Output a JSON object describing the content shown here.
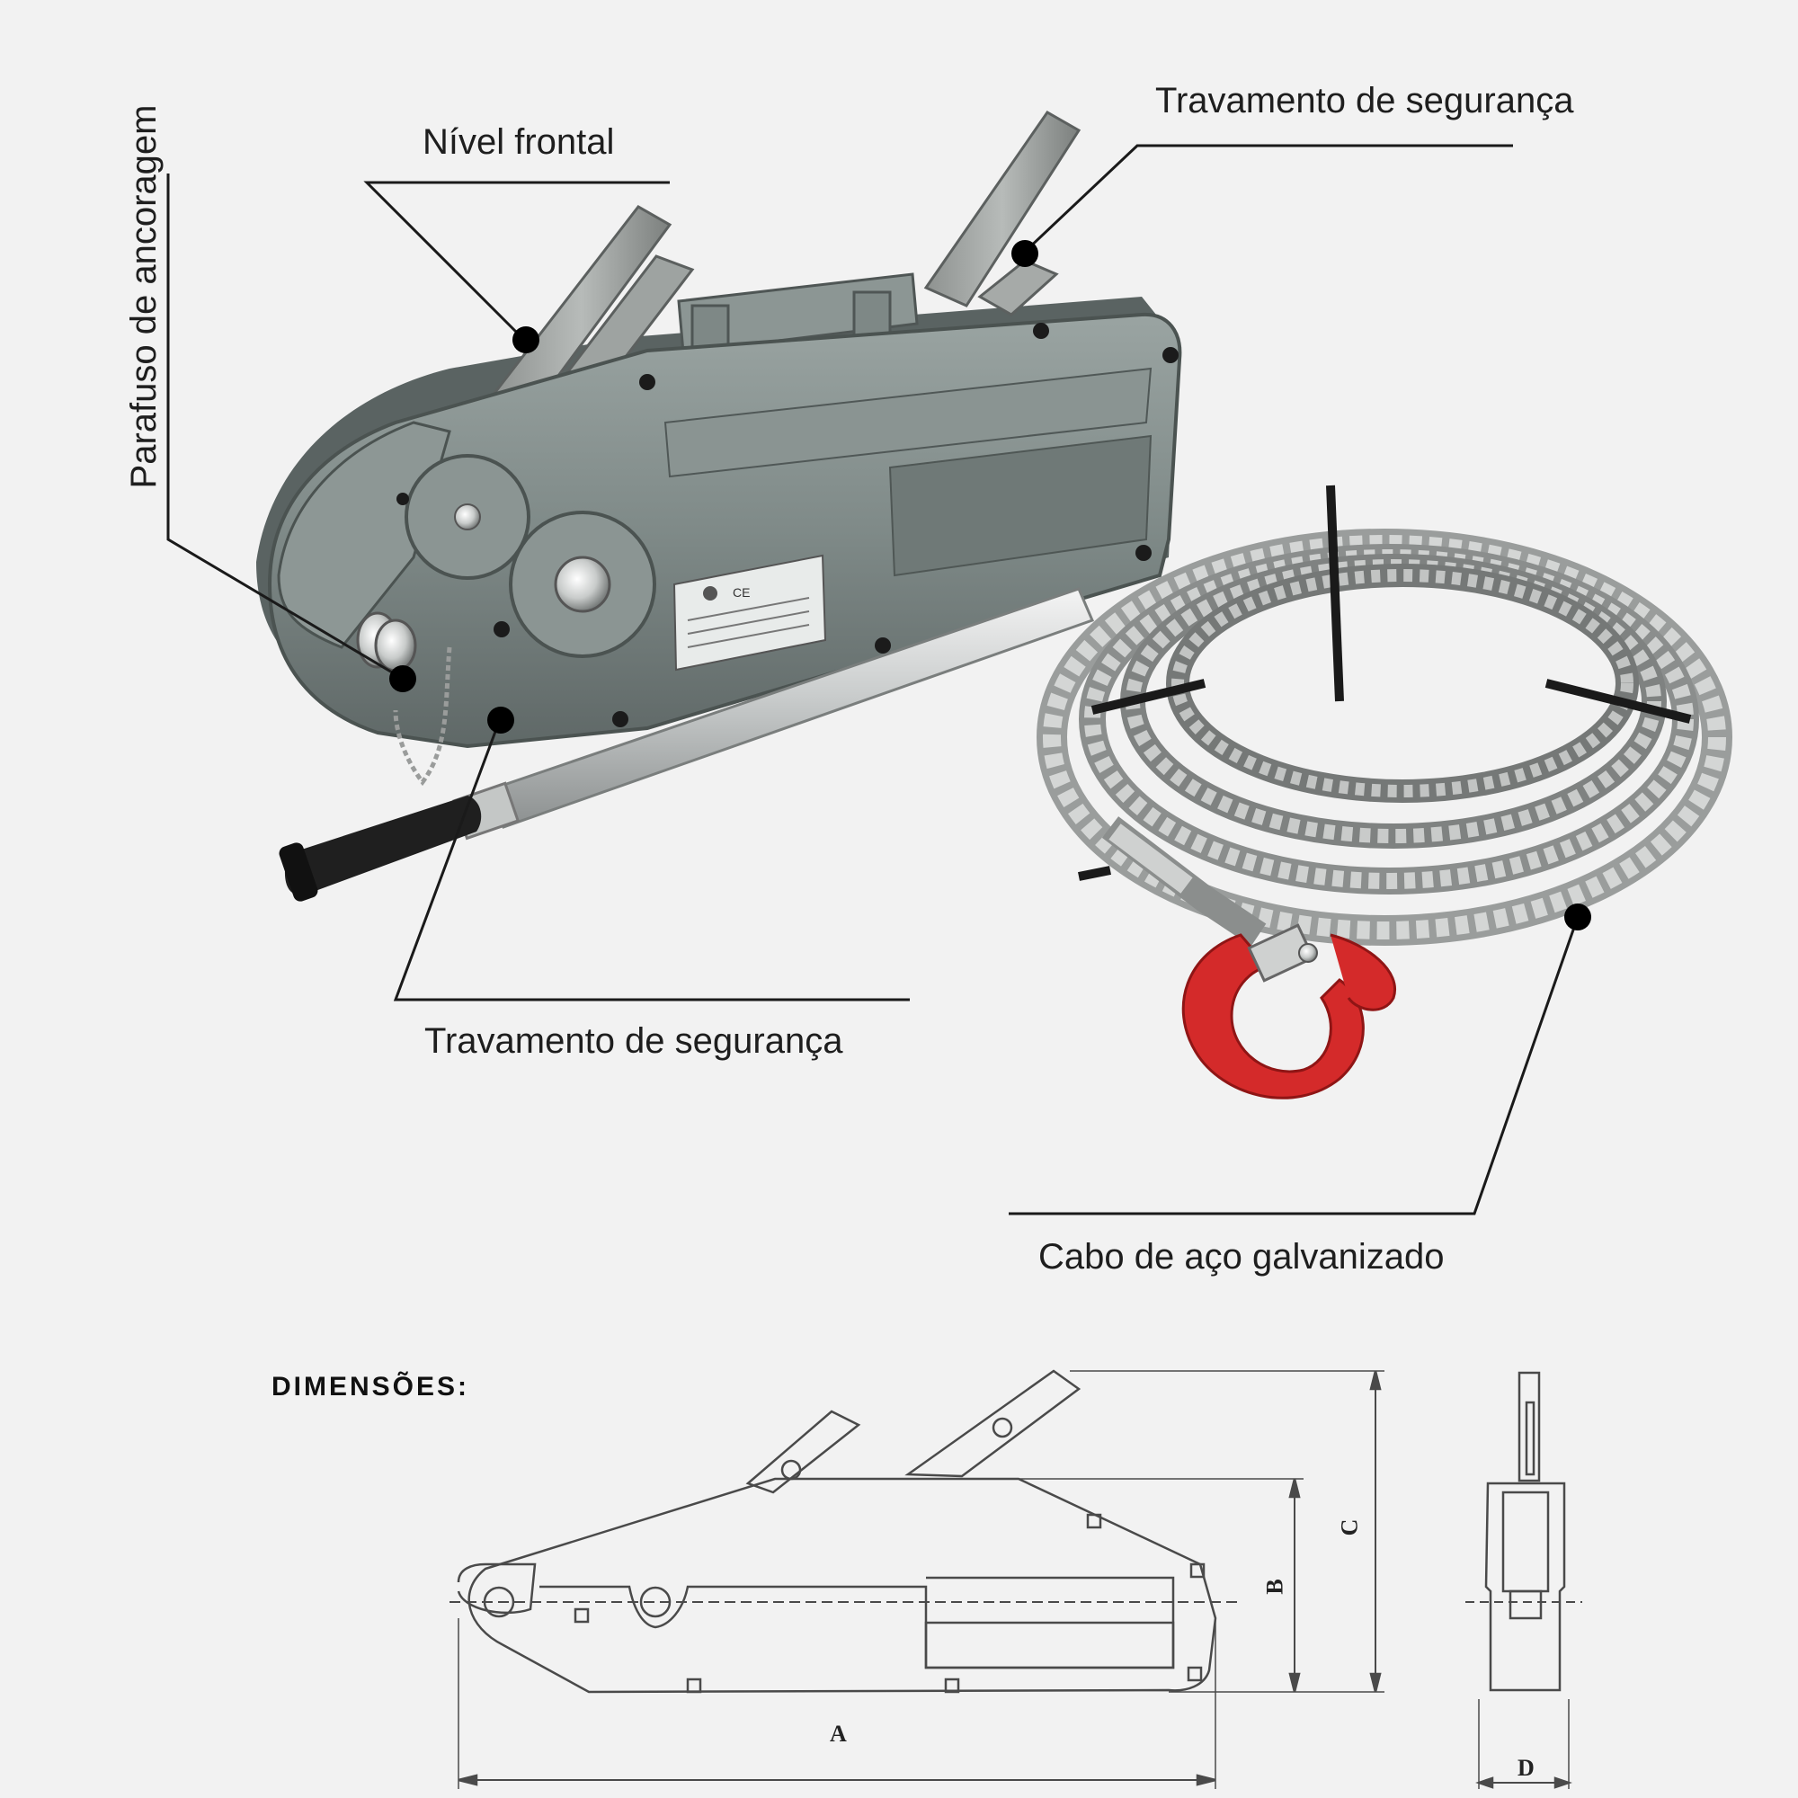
{
  "callouts": {
    "anchor_bolt": "Parafuso de ancoragem",
    "front_lever": "Nível frontal",
    "safety_lock_top": "Travamento de segurança",
    "safety_lock_bottom": "Travamento de segurança",
    "galvanized_cable": "Cabo de aço galvanizado"
  },
  "dimensions": {
    "heading": "DIMENSÕES:",
    "a": "A",
    "b": "B",
    "c": "C",
    "d": "D"
  },
  "colors": {
    "background": "#f2f2f2",
    "body_gray": "#7f8a88",
    "hook_red": "#d42a2a",
    "leader_line": "#1a1a1a"
  }
}
